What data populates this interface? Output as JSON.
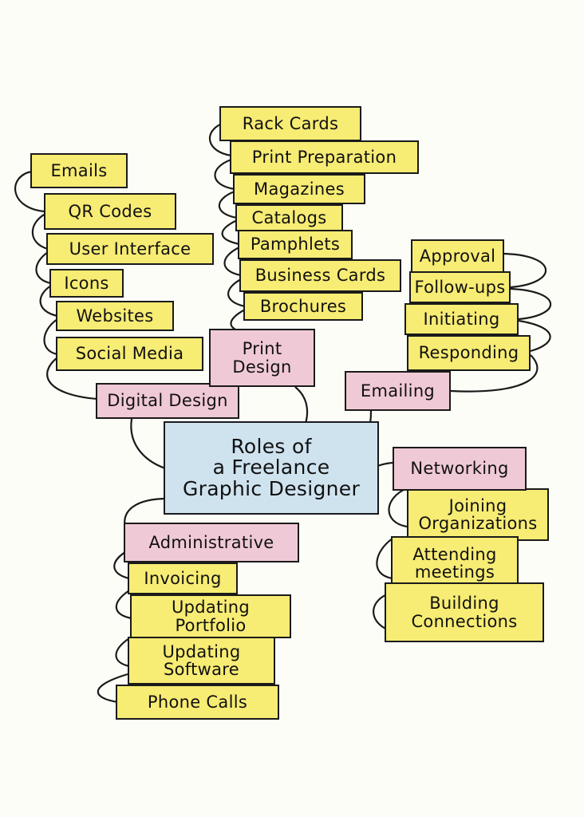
{
  "central": {
    "line1": "Roles of",
    "line2": "a Freelance",
    "line3": "Graphic Designer"
  },
  "categories": {
    "digital": "Digital Design",
    "print_line1": "Print",
    "print_line2": "Design",
    "emailing": "Emailing",
    "networking": "Networking",
    "administrative": "Administrative"
  },
  "digital_items": [
    "Emails",
    "QR Codes",
    "User Interface",
    "Icons",
    "Websites",
    "Social Media"
  ],
  "print_items": [
    "Rack Cards",
    "Print Preparation",
    "Magazines",
    "Catalogs",
    "Pamphlets",
    "Business Cards",
    "Brochures"
  ],
  "emailing_items": [
    "Approval",
    "Follow-ups",
    "Initiating",
    "Responding"
  ],
  "networking_items": [
    {
      "l1": "Joining",
      "l2": "Organizations"
    },
    {
      "l1": "Attending",
      "l2": "meetings"
    },
    {
      "l1": "Building",
      "l2": "Connections"
    }
  ],
  "admin_items": [
    {
      "l1": "Invoicing",
      "l2": ""
    },
    {
      "l1": "Updating",
      "l2": "Portfolio"
    },
    {
      "l1": "Updating",
      "l2": "Software"
    },
    {
      "l1": "Phone Calls",
      "l2": ""
    }
  ],
  "colors": {
    "leaf": "#f7ec74",
    "category": "#f0c9d6",
    "central": "#cfe3ef"
  }
}
